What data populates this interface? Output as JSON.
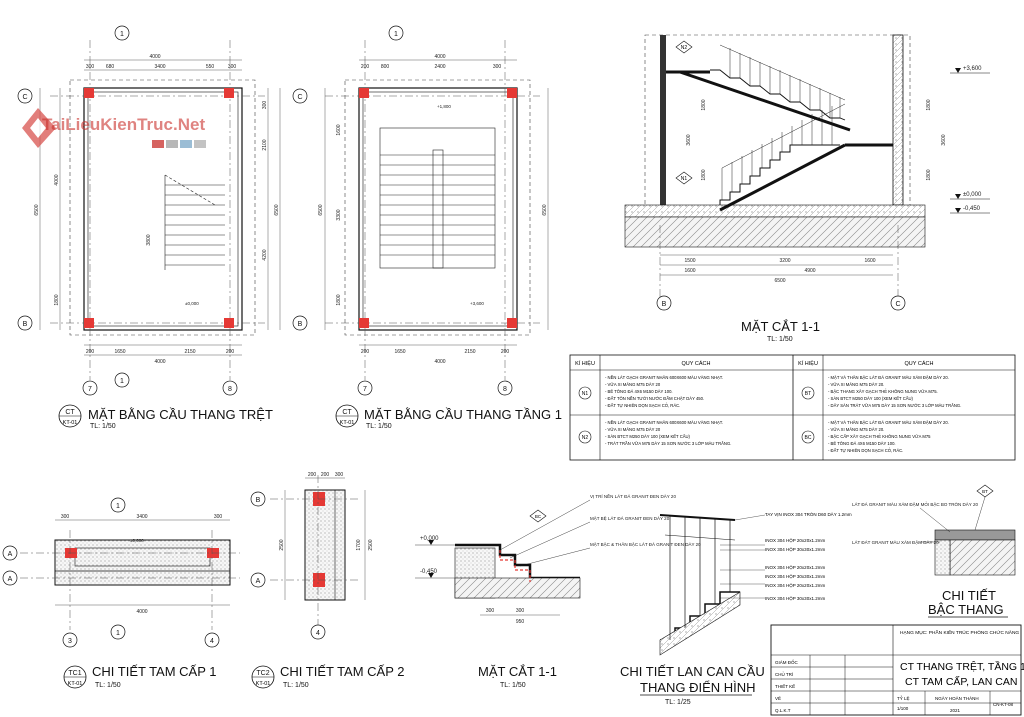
{
  "watermark": "TaiLieuKienTruc.Net",
  "plan_ground": {
    "code_top": "CT",
    "code_bottom": "KT-01",
    "title": "MẶT BẰNG CẦU THANG TRỆT",
    "scale": "TL: 1/50",
    "grid_bottom": [
      "7",
      "1",
      "8"
    ],
    "grid_top": "1",
    "grid_left": [
      "C",
      "B"
    ],
    "level": "±0,000",
    "dims_top": [
      "4000",
      "680",
      "3400",
      "550",
      "300",
      "300"
    ],
    "dims_bottom": [
      "4000",
      "1650",
      "2150",
      "200",
      "200"
    ],
    "dims_left": [
      "6500",
      "4000",
      "1800"
    ],
    "dims_right": [
      "6500",
      "2100",
      "4200",
      "300",
      "3800"
    ]
  },
  "plan_first": {
    "code_top": "CT",
    "code_bottom": "KT-01",
    "title": "MẶT BẰNG CẦU THANG TẦNG 1",
    "scale": "TL: 1/50",
    "grid_bottom": [
      "7",
      "8"
    ],
    "grid_top": "1",
    "grid_left": [
      "C",
      "B"
    ],
    "level_top": "+1,800",
    "level_bottom": "+3,600",
    "dims_top": [
      "4000",
      "2400",
      "800",
      "300",
      "200"
    ],
    "dims_bottom": [
      "4000",
      "1650",
      "2150",
      "200",
      "200"
    ],
    "dims_left": [
      "6500",
      "3300",
      "1800",
      "1600"
    ],
    "dims_right": [
      "6500"
    ]
  },
  "section_main": {
    "title": "MẶT CẮT 1-1",
    "scale": "TL: 1/50",
    "levels": [
      "+3,600",
      "±0,000",
      "-0,450"
    ],
    "markers": [
      "N2",
      "N1"
    ],
    "grid_bottom": [
      "B",
      "C"
    ],
    "dims_bottom": [
      "1500",
      "3200",
      "1600",
      "1600",
      "4900",
      "6500"
    ],
    "dims_left": [
      "3600",
      "1800",
      "1800"
    ],
    "dims_right": [
      "3600",
      "1800",
      "1800"
    ]
  },
  "legend": {
    "col_symbol": "KÍ HIỆU",
    "col_spec": "QUY CÁCH",
    "rows": [
      {
        "symbol": "N1",
        "lines": [
          "- NỀN LÁT GẠCH GRANIT NHÂN 600X600 MÀU VÀNG NHẠT.",
          "- VỮA XI MĂNG M75 DÀY 20",
          "- BÊ TÔNG ĐÁ 4X6 M150 DÀY 100.",
          "- ĐẤT TÔN NỀN TƯỚI NƯỚC ĐẦM CHẶT DÀY 450.",
          "- ĐẤT TỰ NHIÊN DỌN SẠCH CỎ, RÁC."
        ]
      },
      {
        "symbol": "N2",
        "lines": [
          "- NỀN LÁT GẠCH GRANIT NHÂN 600X600 MÀU VÀNG NHẠT.",
          "- VỮA XI MĂNG M75 DÀY 20",
          "- SÀN BTCT M250 DÀY 100 (XEM KẾT CẤU)",
          "- TRÁT TRẦN VỮA M75 DÀY 15 SƠN NƯỚC 3 LỚP MÀU TRẮNG."
        ]
      },
      {
        "symbol": "BT",
        "lines": [
          "- MẶT VÀ THÂN BẬC LÁT ĐÁ GRANIT MÀU XÁM ĐẬM DÀY 20.",
          "- VỮA XI MĂNG M75 DÀY 20.",
          "- BẬC THANG XÂY GẠCH THẺ KHÔNG NUNG VỮA M75.",
          "- SÀN BTCT M250 DÀY 100 (XEM KẾT CẤU)",
          "- DÂY SÀN TRÁT VỮA M75 DÀY 15 SƠN NƯỚC 3 LỚP MÀU TRẮNG."
        ]
      },
      {
        "symbol": "BC",
        "lines": [
          "- MẶT VÀ THÂN BẬC LÁT ĐÁ GRANIT MÀU XÁM ĐẬM DÀY 20.",
          "- VỮA XI MĂNG M75 DÀY 20.",
          "- BẬC CẤP XÂY GẠCH THẺ KHÔNG NUNG VỮA M75",
          "- BÊ TÔNG ĐÁ 4X6 M150 DÀY 100.",
          "- ĐẤT TỰ NHIÊN DỌN SẠCH CỎ, RÁC."
        ]
      }
    ]
  },
  "tamcap1": {
    "code_top": "TC1",
    "code_bottom": "KT-01",
    "title": "CHI TIẾT TAM CẤP 1",
    "scale": "TL: 1/50",
    "grid_top": "1",
    "grid_bottom": [
      "3",
      "1",
      "4"
    ],
    "grid_side": [
      "A",
      "A"
    ],
    "level": "±0,000",
    "dims_top": [
      "3400",
      "300",
      "300"
    ],
    "dims_bottom": [
      "4000"
    ]
  },
  "tamcap2": {
    "code_top": "TC2",
    "code_bottom": "KT-01",
    "title": "CHI TIẾT TAM CẤP 2",
    "scale": "TL: 1/50",
    "grid_side": [
      "B",
      "A"
    ],
    "grid_bottom": "4",
    "dims_top": [
      "200",
      "200",
      "300"
    ],
    "dims_left": [
      "2500"
    ],
    "dims_right": [
      "2500",
      "1700"
    ]
  },
  "section_small": {
    "title": "MẶT CẮT 1-1",
    "scale": "TL: 1/50",
    "levels": [
      "+0,000",
      "-0,450"
    ],
    "marker": "BC",
    "notes": [
      "VỊ TRÍ NỀN LÁT ĐÁ GRANIT ĐEN DÀY 20",
      "MẶT BỆ LÁT ĐÁ GRANIT ĐEN DÀY 20",
      "MẶT BẬC & THÂN BẬC LÁT ĐÁ GRANIT ĐEN DÀY 20"
    ],
    "dims_bottom": [
      "300",
      "300",
      "950"
    ]
  },
  "railing": {
    "title_line1": "CHI TIẾT LAN CAN CẦU",
    "title_line2": "THANG ĐIỂN HÌNH",
    "scale": "TL: 1/25",
    "notes": [
      "TAY VỊN INOX 304 TRÒN D60 DÀY 1.2mm",
      "INOX 304 HỘP 20x20x1.2mm",
      "INOX 304 HỘP 30x30x1.2mm",
      "INOX 304 HỘP 20x20x1.2mm",
      "INOX 304 HỘP 30x30x1.2mm",
      "INOX 304 HỘP 20x20x1.2mm",
      "INOX 304 HỘP 30x30x1.2mm"
    ]
  },
  "step_detail": {
    "marker": "BT",
    "notes": [
      "LÁT ĐÁ GRANIT MÀU XÁM ĐẬM MỎI BẬC BO TRÒN DÀY 20",
      "LÁT ĐÁT GRANIT MÀU XÁM ĐẬM DÀY 20"
    ],
    "title": "CHI TIẾT",
    "subtitle": "BẬC THANG"
  },
  "titleblock": {
    "project": "HẠNG MỤC: PHẦN KIẾN TRÚC PHÒNG CHỨC NĂNG",
    "roles": [
      "GIÁM ĐỐC",
      "CHỦ TRÌ",
      "THIẾT KẾ",
      "VẼ",
      "Q.L.K.T"
    ],
    "sheet_title_1": "CT THANG TRỆT, TẦNG 1",
    "sheet_title_2": "CT TAM CẤP, LAN CAN",
    "scale_label": "TỶ LỆ",
    "scale": "1/100",
    "date_label": "NGÀY HOÀN THÀNH",
    "date": "2021",
    "sheet_no": "CN-KT-08"
  }
}
